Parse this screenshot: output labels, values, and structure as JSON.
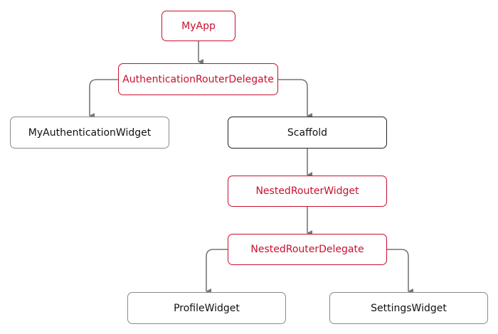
{
  "nodes": {
    "myapp": "MyApp",
    "auth_delegate": "AuthenticationRouterDelegate",
    "my_auth_widget": "MyAuthenticationWidget",
    "scaffold": "Scaffold",
    "nested_router_widget": "NestedRouterWidget",
    "nested_router_delegate": "NestedRouterDelegate",
    "profile_widget": "ProfileWidget",
    "settings_widget": "SettingsWidget"
  },
  "edges": [
    [
      "myapp",
      "auth_delegate"
    ],
    [
      "auth_delegate",
      "my_auth_widget"
    ],
    [
      "auth_delegate",
      "scaffold"
    ],
    [
      "scaffold",
      "nested_router_widget"
    ],
    [
      "nested_router_widget",
      "nested_router_delegate"
    ],
    [
      "nested_router_delegate",
      "profile_widget"
    ],
    [
      "nested_router_delegate",
      "settings_widget"
    ]
  ],
  "colors": {
    "accent": "#c8102e",
    "neutral_border": "#8a8a8a",
    "connector": "#777777"
  }
}
